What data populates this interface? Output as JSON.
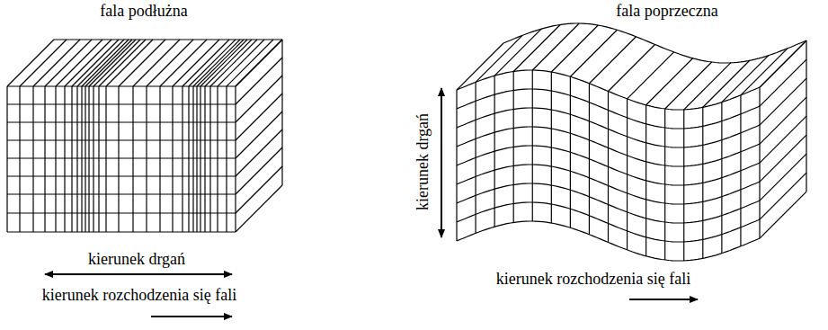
{
  "diagram": {
    "labels": [
      "fala podłużna",
      "fala poprzeczna",
      "kierunek drgań",
      "kierunek drgań",
      "kierunek rozchodzenia się fali",
      "kierunek rozchodzenia się fali"
    ]
  }
}
